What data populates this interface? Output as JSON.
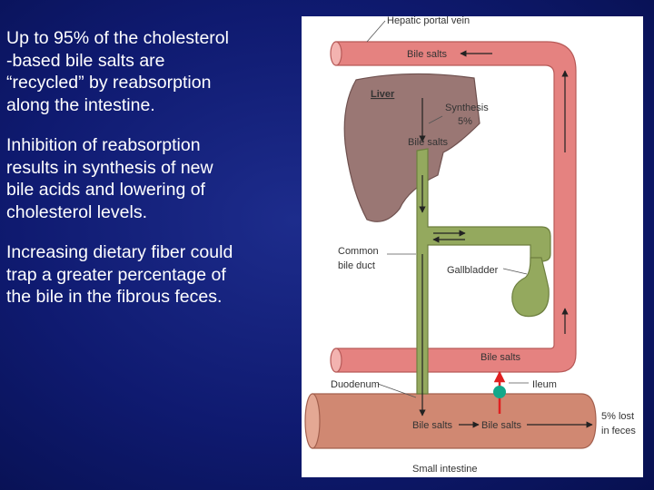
{
  "slide": {
    "paragraphs": [
      "Up to 95% of the cholesterol\n-based bile salts are\n“recycled” by reabsorption\nalong the intestine.",
      "Inhibition of reabsorption\nresults in synthesis of new\nbile acids and lowering of\ncholesterol levels.",
      "Increasing dietary fiber could\ntrap a greater percentage of\nthe bile in the fibrous feces."
    ]
  },
  "diagram": {
    "labels": {
      "hepatic_portal_vein": "Hepatic portal vein",
      "bile_salts_top": "Bile salts",
      "liver": "Liver",
      "synthesis_line1": "Synthesis",
      "synthesis_line2": "5%",
      "bile_salts_liver": "Bile salts",
      "common_line1": "Common",
      "common_line2": "bile duct",
      "gallbladder": "Gallbladder",
      "bile_salts_ileum": "Bile salts",
      "duodenum": "Duodenum",
      "ileum": "Ileum",
      "bile_salts_bottom_left": "Bile salts",
      "bile_salts_bottom_right": "Bile salts",
      "lost_line1": "5% lost",
      "lost_line2": "in feces",
      "small_intestine": "Small intestine"
    },
    "colors": {
      "vessel": "#e58280",
      "liver": "#9a7774",
      "bile_duct": "#94a95e",
      "intestine": "#d08872",
      "reabsorption_arrow": "#e02020",
      "reabsorption_dot": "#13a88a"
    }
  }
}
